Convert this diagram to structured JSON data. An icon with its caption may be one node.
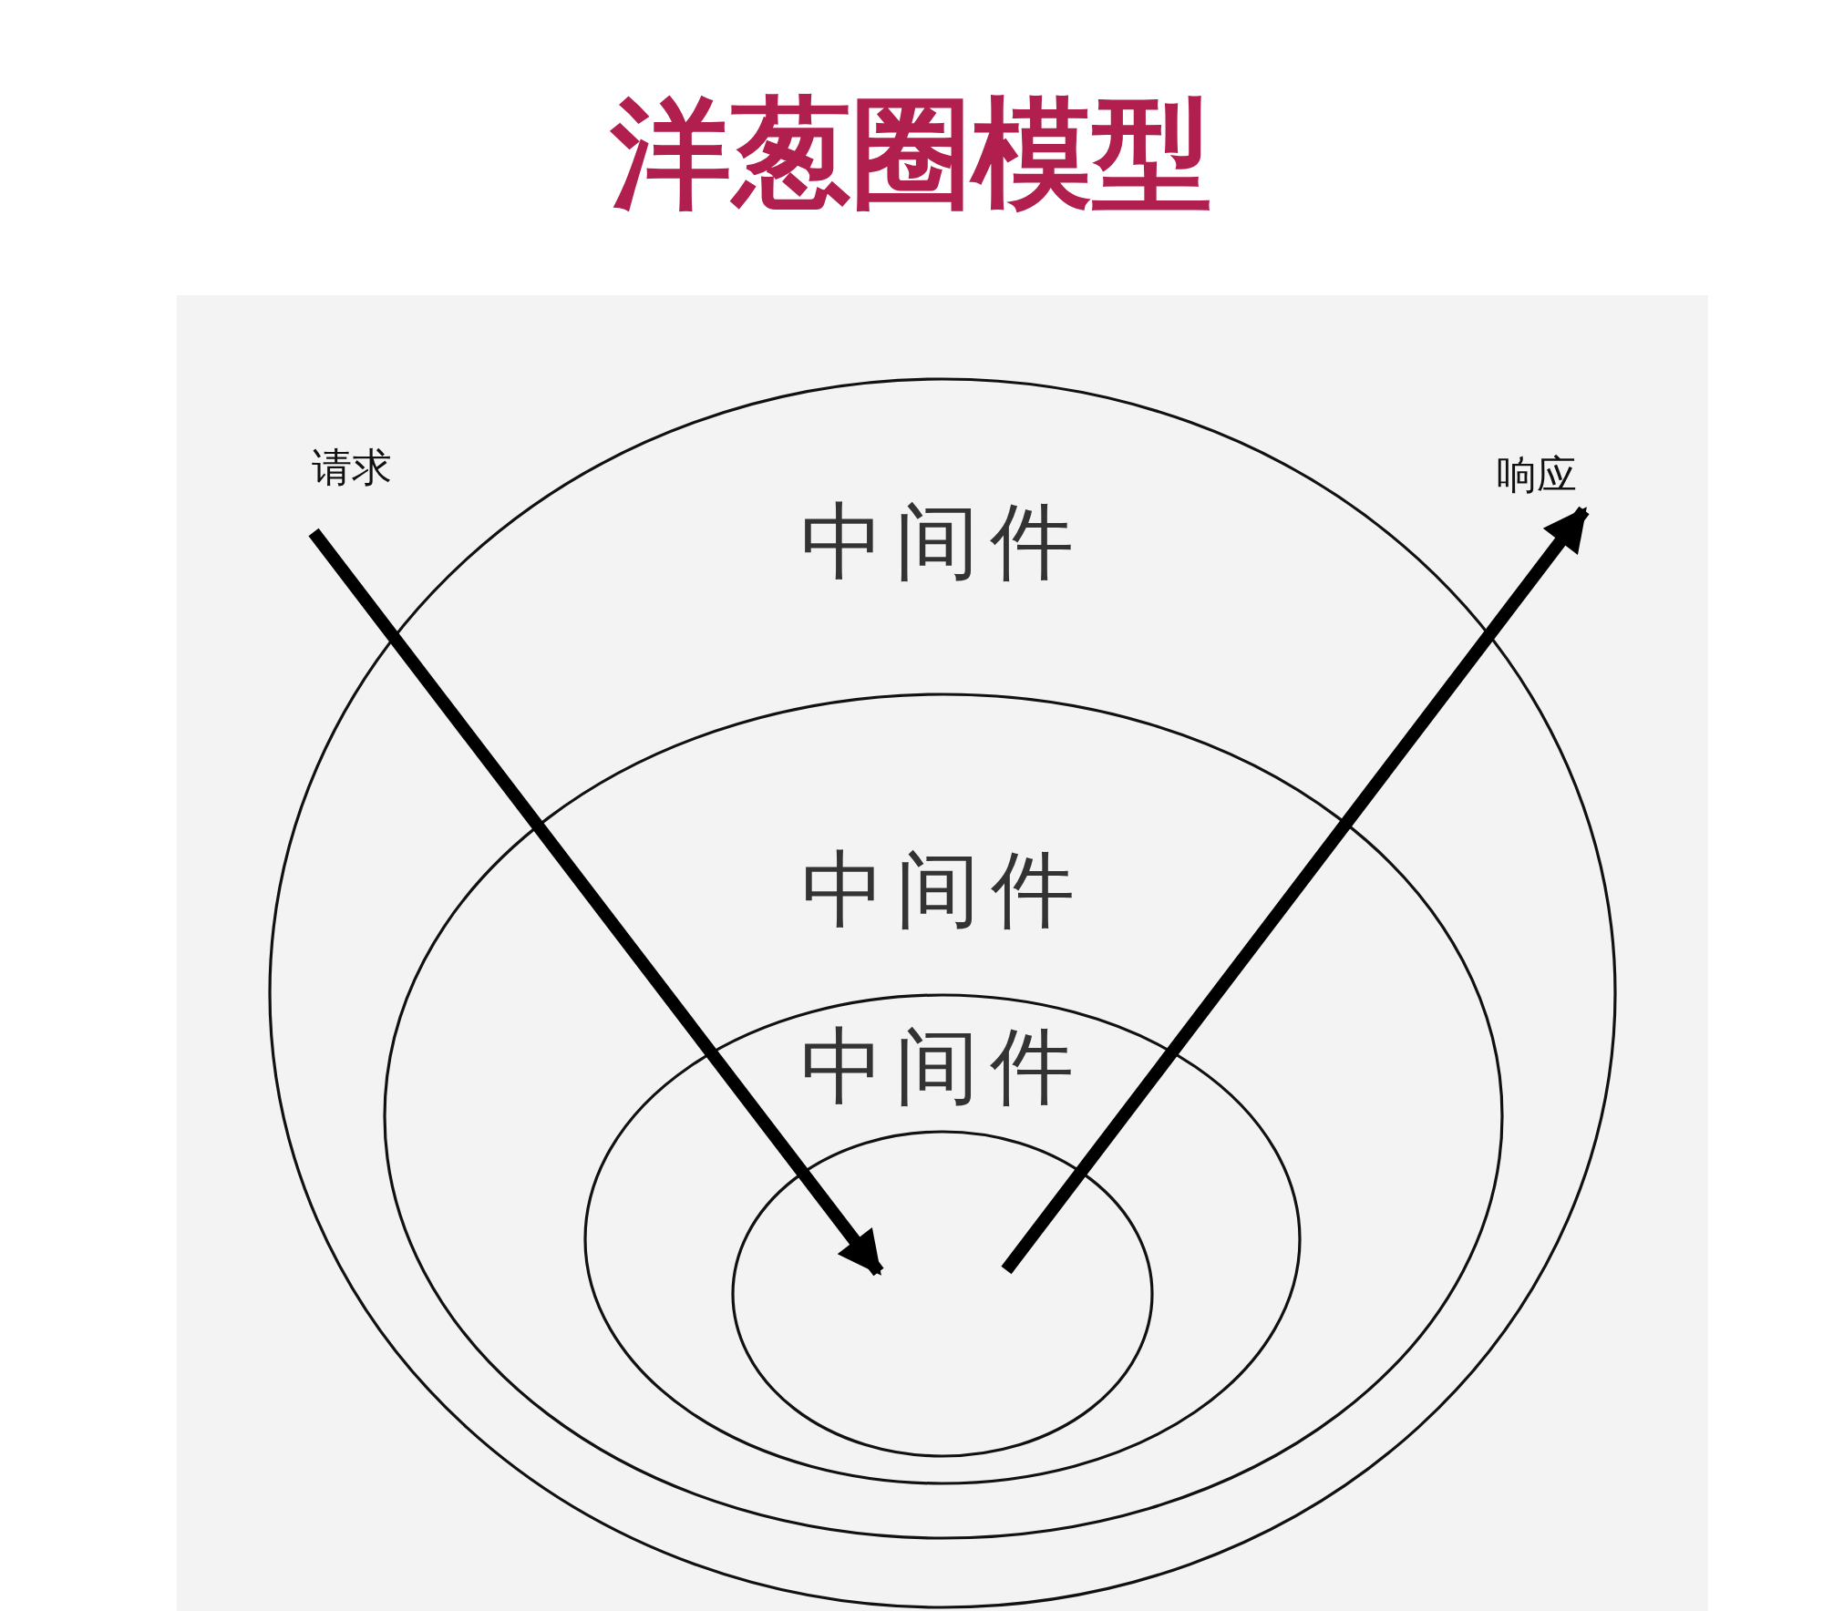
{
  "diagram": {
    "title": "洋葱圈模型",
    "nodes": [
      {
        "text": [
          "中间件"
        ]
      },
      {
        "text": [
          "中间件"
        ],
        "in": 0
      },
      {
        "text": [
          "中间件"
        ],
        "in": 1
      },
      {
        "text": [],
        "shape": "circle",
        "in": 2
      },
      {
        "text": [
          "请求"
        ]
      },
      {
        "text": [
          "响应"
        ]
      }
    ],
    "edges": [
      {
        "from": 4,
        "to": 3,
        "arrow": "to"
      },
      {
        "from": 3,
        "to": 5,
        "arrow": "to"
      }
    ]
  }
}
